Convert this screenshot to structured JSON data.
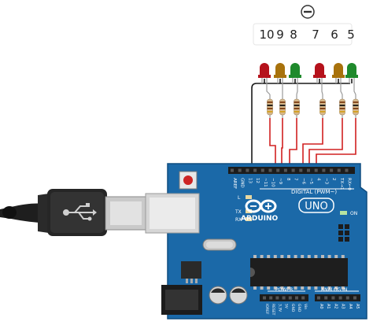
{
  "pin_labels": [
    "10",
    "9",
    "8",
    "7",
    "6",
    "5"
  ],
  "leds": [
    {
      "color": "#b5121b"
    },
    {
      "color": "#a8720c"
    },
    {
      "color": "#1f8a2c"
    },
    {
      "color": "#b5121b"
    },
    {
      "color": "#a8720c"
    },
    {
      "color": "#1f8a2c"
    }
  ],
  "colors": {
    "board": "#1b69a8",
    "board_dark": "#0f4d80",
    "wire_red": "#d12020",
    "wire_black": "#1a1a1a",
    "resistor": "#d8b98a",
    "cable": "#1e1e1e",
    "usb_metal": "#d0d0d0"
  },
  "board": {
    "brand": "ARDUINO",
    "model": "UNO",
    "digital_header": "DIGITAL (PWM~)",
    "header_pins": [
      "AREF",
      "GND",
      "13",
      "12",
      "~11",
      "~10",
      "~9",
      "8",
      "7",
      "~6",
      "~5",
      "4",
      "~3",
      "2",
      "TX→1",
      "RX←0"
    ],
    "led_labels": [
      "L",
      "TX",
      "RX"
    ],
    "on_label": "ON",
    "power_header": "POWER",
    "analog_header": "ANALOG IN",
    "power_pins": [
      "IOREF",
      "RESET",
      "3.3V",
      "5V",
      "GND",
      "GND",
      "Vin"
    ],
    "analog_pins": [
      "A0",
      "A1",
      "A2",
      "A3",
      "A4",
      "A5"
    ]
  },
  "toolbar": {
    "icon": "minus-circle-icon"
  }
}
